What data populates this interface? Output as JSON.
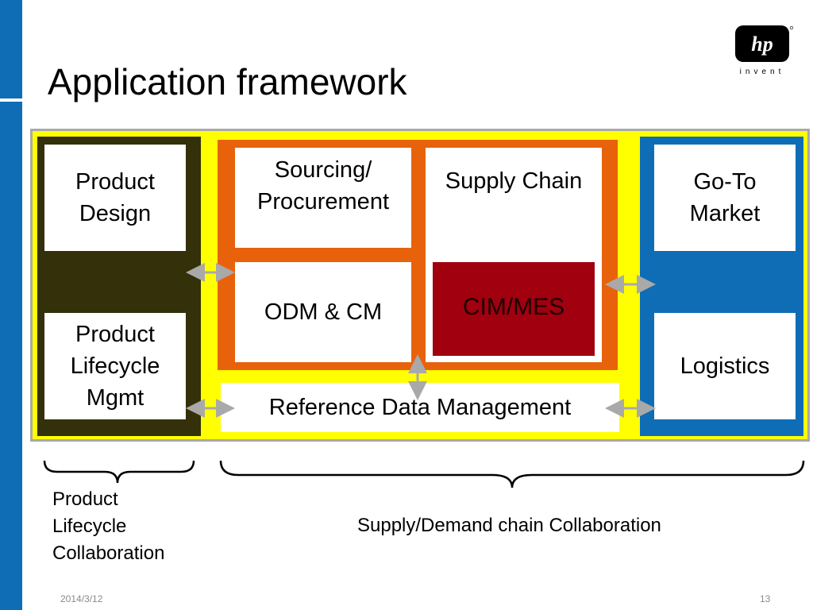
{
  "slide": {
    "title": "Application framework",
    "date": "2014/3/12",
    "page_number": "13"
  },
  "logo": {
    "brand": "hp",
    "tagline": "invent"
  },
  "diagram": {
    "boxes": {
      "product_design": "Product\nDesign",
      "product_lifecycle_mgmt": "Product\nLifecycle\nMgmt",
      "sourcing_procurement": "Sourcing/\nProcurement",
      "supply_chain": "Supply Chain",
      "odm_cm": "ODM &  CM",
      "cim_mes": "CIM/MES",
      "go_to_market": "Go-To\nMarket",
      "logistics": "Logistics",
      "reference_data_management": "Reference Data Management"
    },
    "groups": {
      "left": "Product\nLifecycle\nCollaboration",
      "right": "Supply/Demand chain Collaboration"
    }
  },
  "colors": {
    "yellow": "#ffff00",
    "dark_olive": "#33300a",
    "orange": "#e8620c",
    "blue": "#0f6db5",
    "dark_red": "#a1000f",
    "arrow_gray": "#a9a9a9"
  }
}
